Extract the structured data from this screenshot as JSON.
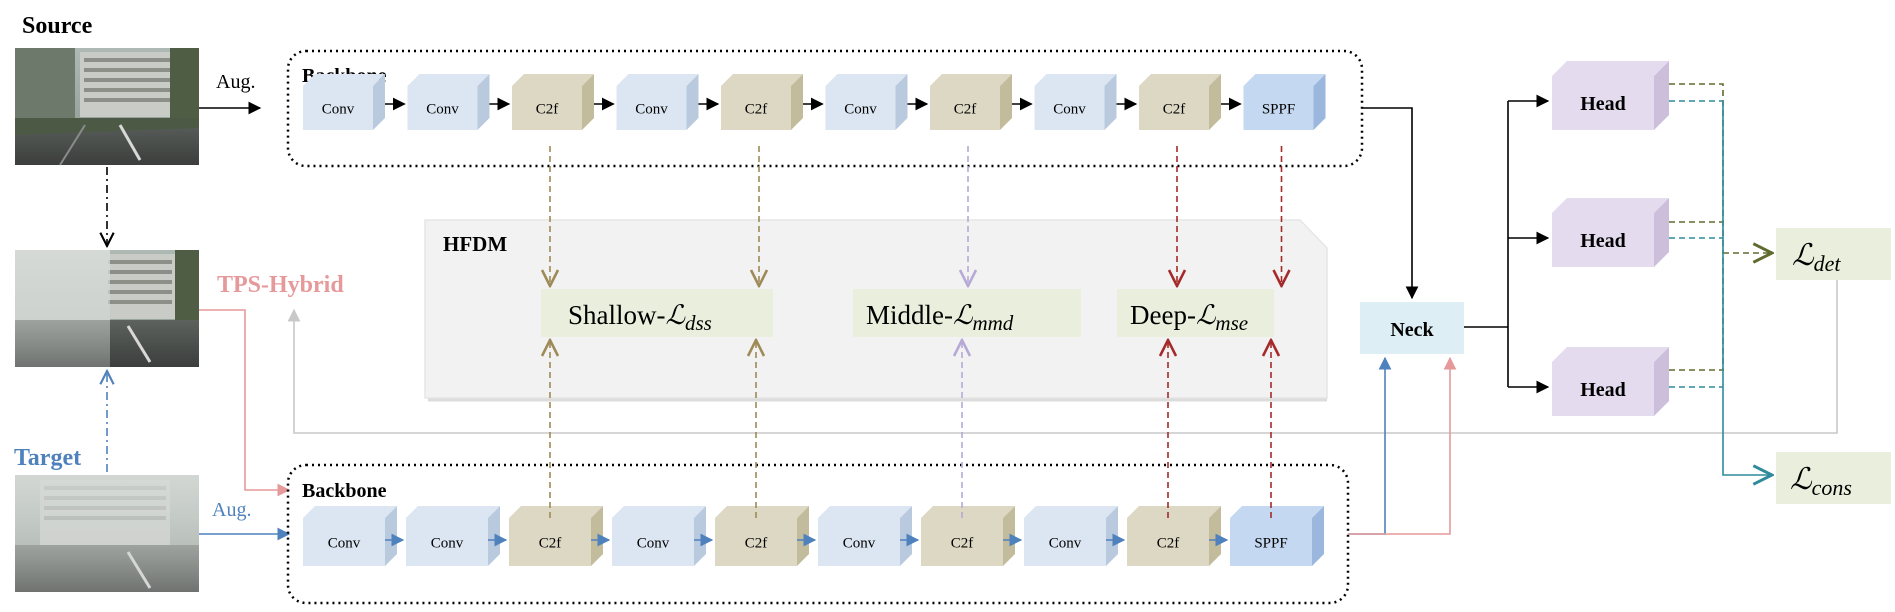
{
  "labels": {
    "source": "Source",
    "target": "Target",
    "aug_top": "Aug.",
    "aug_bottom": "Aug.",
    "tps_hybrid": "TPS-Hybrid",
    "hfdm": "HFDM",
    "backbone_top": "Backbone",
    "backbone_bottom": "Backbone",
    "neck": "Neck"
  },
  "backbone_blocks": [
    "Conv",
    "Conv",
    "C2f",
    "Conv",
    "C2f",
    "Conv",
    "C2f",
    "Conv",
    "C2f",
    "SPPF"
  ],
  "heads": [
    "Head",
    "Head",
    "Head"
  ],
  "losses": {
    "shallow": {
      "prefix": "Shallow-",
      "symbol": "ℒ",
      "sub": "dss"
    },
    "middle": {
      "prefix": "Middle-",
      "symbol": "ℒ",
      "sub": "mmd"
    },
    "deep": {
      "prefix": "Deep-",
      "symbol": "ℒ",
      "sub": "mse"
    },
    "det": {
      "symbol": "ℒ",
      "sub": "det"
    },
    "cons": {
      "symbol": "ℒ",
      "sub": "cons"
    }
  },
  "colors": {
    "conv_front": "#dce6f2",
    "conv_side": "#b9c9de",
    "c2f_front": "#ddd8c4",
    "c2f_side": "#c2bb9c",
    "sppf_front": "#c5d8f1",
    "sppf_side": "#9cb7dd",
    "head_front": "#e4dcee",
    "head_side": "#cbbfdc",
    "neck_fill": "#ddeef5",
    "loss_fill": "#e9efdc",
    "hfdm_fill": "#f2f2f2",
    "arrow_target": "#4f81bd",
    "arrow_tps": "#e6999a",
    "olive": "#9e8a56",
    "lavender": "#b7a9d6",
    "darkred": "#a52a2a",
    "det_arrow": "#5e6b2e",
    "cons_arrow": "#2e8b9b",
    "gray_line": "#c8c8c8"
  }
}
